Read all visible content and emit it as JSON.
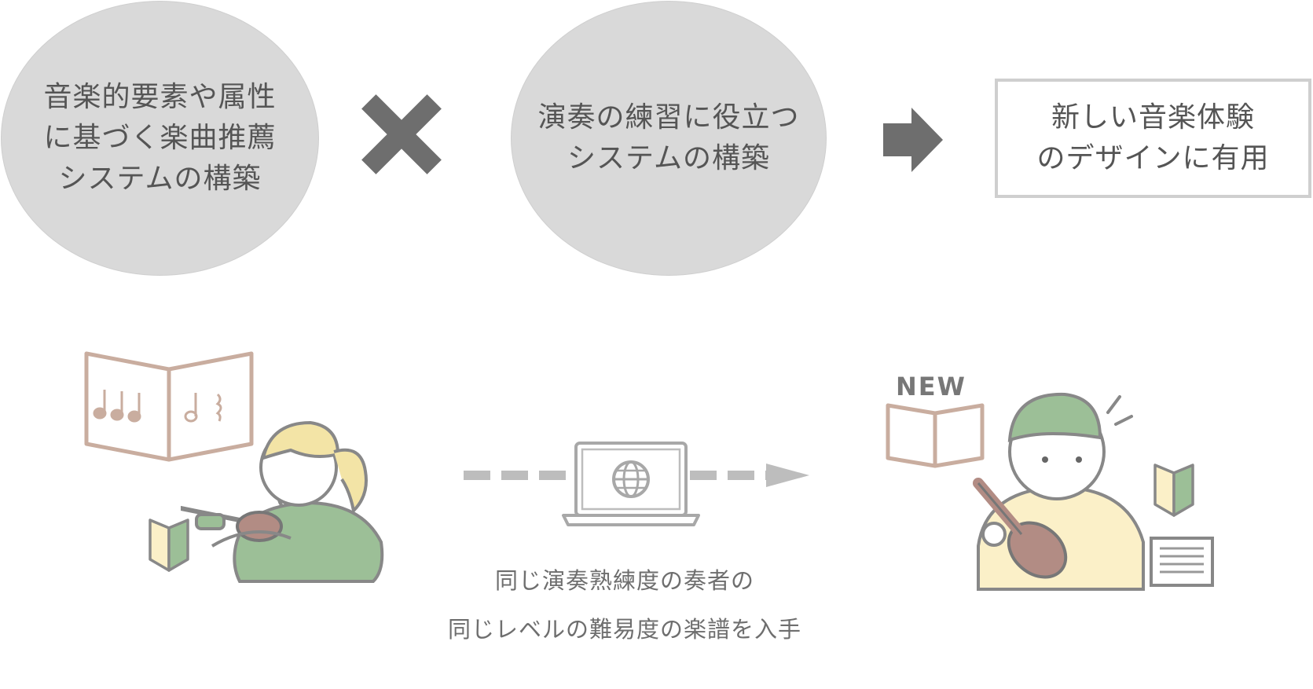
{
  "concept_a": {
    "lines": [
      "音楽的要素や属性",
      "に基づく楽曲推薦",
      "システムの構築"
    ]
  },
  "concept_b": {
    "lines": [
      "演奏の練習に役立つ",
      "システムの構築"
    ]
  },
  "result": {
    "lines": [
      "新しい音楽体験",
      "のデザインに有用"
    ]
  },
  "operator_icon": "multiply-icon",
  "arrow_icon": "right-arrow-icon",
  "illustration": {
    "new_label": "NEW",
    "caption_lines": [
      "同じ演奏熟練度の奏者の",
      "同じレベルの難易度の楽譜を入手"
    ]
  },
  "colors": {
    "ellipse_fill": "#d9d9d9",
    "text": "#555555",
    "icon": "#6e6e6e",
    "book_outline": "#c9ad9f",
    "hair_blonde": "#f3e4a6",
    "hair_green": "#9cbf97",
    "shirt_green": "#9cbf97",
    "shirt_yellow": "#fbf0c8",
    "instrument": "#b28c84"
  }
}
